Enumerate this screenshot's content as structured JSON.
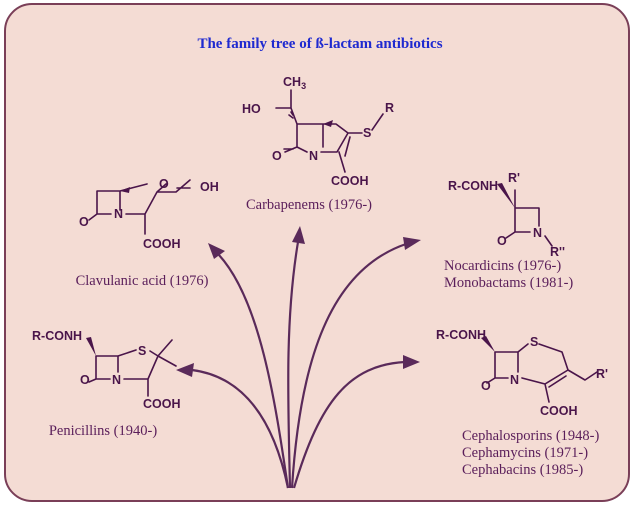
{
  "title": "The family tree of ß-lactam antibiotics",
  "atoms": {
    "ch3": "CH",
    "ch3_sub": "3",
    "ho": "HO",
    "s": "S",
    "r": "R",
    "n": "N",
    "o": "O",
    "oh": "OH",
    "cooh": "COOH",
    "rconh": "R-CONH",
    "r_prime": "R'",
    "r_dprime": "R''"
  },
  "families": {
    "carbapenems": "Carbapenems (1976-)",
    "clavulanic": "Clavulanic acid (1976)",
    "nocardicins": "Nocardicins (1976-)",
    "monobactams": "Monobactams (1981-)",
    "penicillins": "Penicillins (1940-)",
    "cephalosporins": "Cephalosporins (1948-)",
    "cephamycins": "Cephamycins (1971-)",
    "cephabacins": "Cephabacins (1985-)"
  }
}
